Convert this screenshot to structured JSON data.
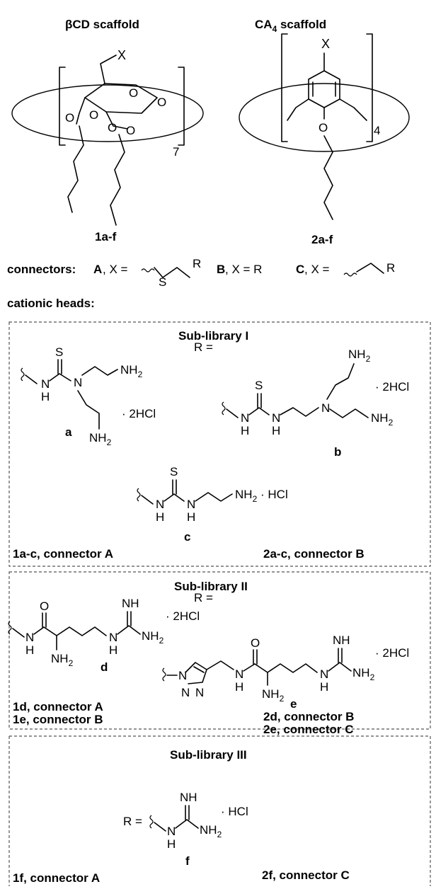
{
  "scaffolds": {
    "beta_cd": {
      "title": "βCD scaffold",
      "label": "1a-f",
      "sub_x": "X",
      "repeat": "7"
    },
    "ca4": {
      "title_prefix": "CA",
      "title_sub": "4",
      "title_suffix": " scaffold",
      "label": "2a-f",
      "sub_x": "X",
      "repeat": "4"
    }
  },
  "connectors": {
    "label": "connectors:",
    "a_key": "A",
    "a_eq": ", X =",
    "a_atom": "S",
    "a_r": "R",
    "b_key": "B",
    "b_eq": ", X = R",
    "c_key": "C",
    "c_eq": ", X =",
    "c_r": "R"
  },
  "cationic_heads_label": "cationic heads:",
  "sub_library_1": {
    "title": "Sub-library I",
    "r_equals": "R =",
    "compounds": [
      {
        "id": "a",
        "atoms": [
          "S",
          "N",
          "H",
          "N",
          "NH",
          "2",
          "NH",
          "2"
        ],
        "salt": "· 2HCl"
      },
      {
        "id": "b",
        "salt": "· 2HCl"
      },
      {
        "id": "c",
        "salt": "· HCl"
      }
    ],
    "footer_left": "1a-c, connector A",
    "footer_right": "2a-c, connector B"
  },
  "sub_library_2": {
    "title": "Sub-library II",
    "r_equals": "R =",
    "compounds": [
      {
        "id": "d",
        "salt": "· 2HCl"
      },
      {
        "id": "e",
        "salt": "· 2HCl"
      }
    ],
    "footer_left": [
      "1d, connector A",
      "1e, connector B"
    ],
    "footer_right": [
      "2d, connector B",
      "2e, connector C"
    ]
  },
  "sub_library_3": {
    "title": "Sub-library III",
    "r_equals": "R =",
    "compounds": [
      {
        "id": "f",
        "salt": "· HCl"
      }
    ],
    "footer_left": "1f, connector A",
    "footer_right": "2f, connector C"
  }
}
